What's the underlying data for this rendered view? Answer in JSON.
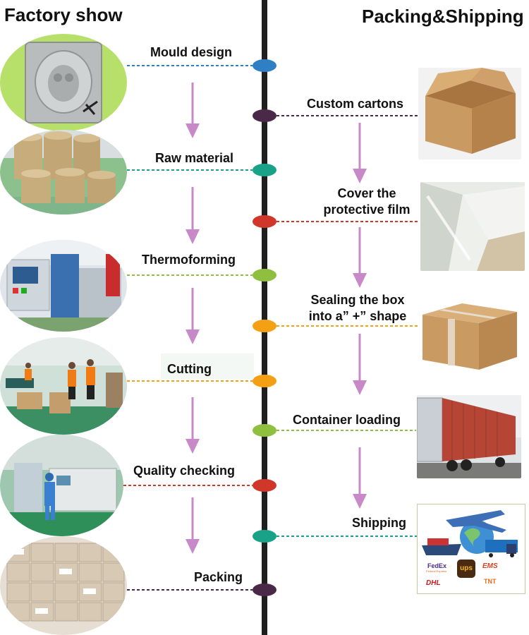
{
  "headings": {
    "left": "Factory show",
    "right": "Packing&Shipping"
  },
  "factory_steps": [
    {
      "label": "Mould design",
      "dot_color": "#2f7fc4",
      "line_color": "#2f7fc4"
    },
    {
      "label": "Raw material",
      "dot_color": "#1aa288",
      "line_color": "#1aa288"
    },
    {
      "label": "Thermoforming",
      "dot_color": "#8fbf3f",
      "line_color": "#8fbf3f"
    },
    {
      "label": "Cutting",
      "dot_color": "#f3a015",
      "line_color": "#f3a015"
    },
    {
      "label": "Quality checking",
      "dot_color": "#d0362a",
      "line_color": "#d0362a"
    },
    {
      "label": "Packing",
      "dot_color": "#4a2948",
      "line_color": "#4a2948"
    }
  ],
  "shipping_steps": [
    {
      "label_lines": [
        "Custom cartons"
      ],
      "dot_color": "#4a2948",
      "line_color": "#4a2948"
    },
    {
      "label_lines": [
        "Cover the",
        "protective film"
      ],
      "dot_color": "#d0362a",
      "line_color": "#d0362a"
    },
    {
      "label_lines": [
        "Sealing the box",
        "into a” +” shape"
      ],
      "dot_color": "#f3a015",
      "line_color": "#f3a015"
    },
    {
      "label_lines": [
        "Container loading"
      ],
      "dot_color": "#8fbf3f",
      "line_color": "#8fbf3f"
    },
    {
      "label_lines": [
        "Shipping"
      ],
      "dot_color": "#1aa288",
      "line_color": "#1aa288"
    }
  ],
  "arrow_color": "#c889c8",
  "spine_color": "#1f1f1f",
  "photo_icons": {
    "mould": "mould-photo",
    "raw": "film-roll-photo",
    "thermo": "machine-photo",
    "cutting": "workers-photo",
    "quality": "cleanroom-photo",
    "packing": "boxes-photo",
    "carton": "carton-photo",
    "film": "film-photo",
    "sealed": "sealed-box-photo",
    "container": "truck-photo",
    "shipping": "logistics-photo"
  },
  "carrier_logos": [
    "FedEx",
    "Federal Express",
    "ups",
    "EMS",
    "DHL",
    "TNT"
  ]
}
